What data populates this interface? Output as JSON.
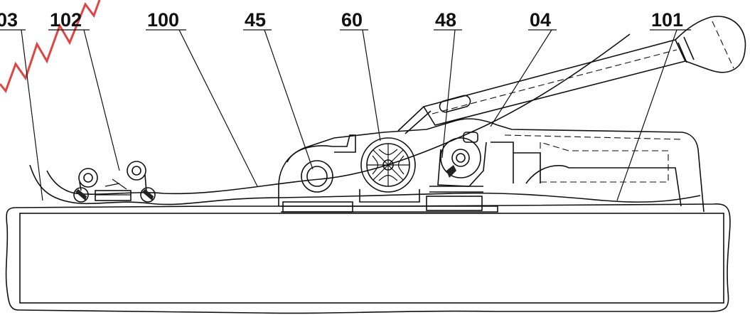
{
  "labels": [
    {
      "id": "ref-03",
      "text": "03"
    },
    {
      "id": "ref-102",
      "text": "102"
    },
    {
      "id": "ref-100",
      "text": "100"
    },
    {
      "id": "ref-45",
      "text": "45"
    },
    {
      "id": "ref-60",
      "text": "60"
    },
    {
      "id": "ref-48",
      "text": "48"
    },
    {
      "id": "ref-04",
      "text": "04"
    },
    {
      "id": "ref-101",
      "text": "101"
    }
  ],
  "colors": {
    "line": "#111111",
    "background": "#ffffff",
    "watermark": "#dd2222"
  }
}
